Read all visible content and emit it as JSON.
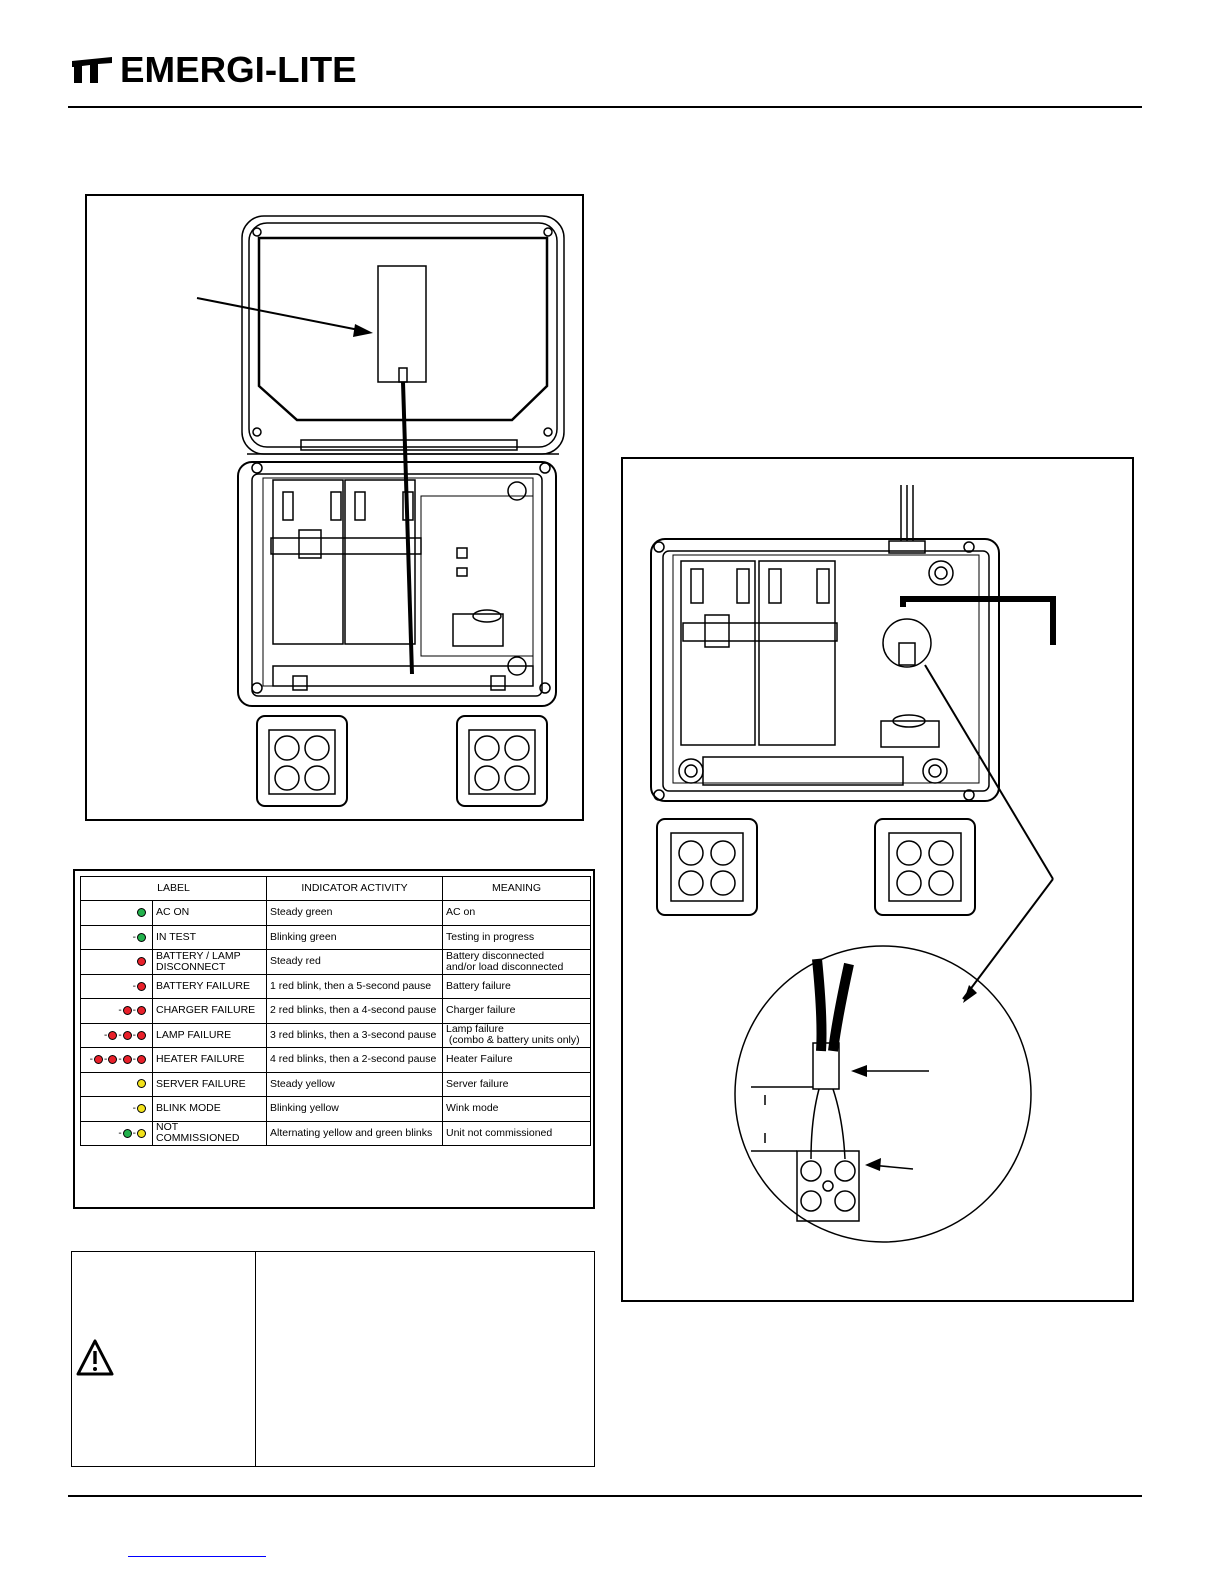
{
  "brand": {
    "name": "EMERGI-LITE"
  },
  "indicator_table": {
    "headers": [
      "LABEL",
      "INDICATOR ACTIVITY",
      "MEANING"
    ],
    "rows": [
      {
        "leds": [
          "green"
        ],
        "blink": false,
        "label": "AC ON",
        "label2": "",
        "activity": "Steady green",
        "meaning": "AC on",
        "meaning2": ""
      },
      {
        "leds": [
          "green"
        ],
        "blink": true,
        "label": "IN TEST",
        "label2": "",
        "activity": "Blinking green",
        "meaning": "Testing in progress",
        "meaning2": ""
      },
      {
        "leds": [
          "red"
        ],
        "blink": false,
        "label": "BATTERY / LAMP",
        "label2": "DISCONNECT",
        "activity": "Steady red",
        "meaning": "Battery disconnected",
        "meaning2": "and/or load disconnected"
      },
      {
        "leds": [
          "red"
        ],
        "blink": true,
        "label": "BATTERY FAILURE",
        "label2": "",
        "activity": "1 red blink, then a 5-second pause",
        "meaning": "Battery failure",
        "meaning2": ""
      },
      {
        "leds": [
          "red",
          "red"
        ],
        "blink": true,
        "label": "CHARGER FAILURE",
        "label2": "",
        "activity": "2 red blinks, then a 4-second pause",
        "meaning": "Charger failure",
        "meaning2": ""
      },
      {
        "leds": [
          "red",
          "red",
          "red"
        ],
        "blink": true,
        "label": "LAMP FAILURE",
        "label2": "",
        "activity": "3 red blinks, then a 3-second pause",
        "meaning": "Lamp failure",
        "meaning2": " (combo & battery units only)"
      },
      {
        "leds": [
          "red",
          "red",
          "red",
          "red"
        ],
        "blink": true,
        "label": "HEATER FAILURE",
        "label2": "",
        "activity": "4 red blinks, then a 2-second pause",
        "meaning": "Heater Failure",
        "meaning2": ""
      },
      {
        "leds": [
          "yellow"
        ],
        "blink": false,
        "label": "SERVER FAILURE",
        "label2": "",
        "activity": "Steady yellow",
        "meaning": "Server failure",
        "meaning2": ""
      },
      {
        "leds": [
          "yellow"
        ],
        "blink": true,
        "label": "BLINK MODE",
        "label2": "",
        "activity": "Blinking yellow",
        "meaning": "Wink mode",
        "meaning2": ""
      },
      {
        "leds": [
          "green",
          "yellow"
        ],
        "blink": true,
        "label": "NOT COMMISSIONED",
        "label2": "",
        "activity": "Alternating yellow and green blinks",
        "meaning": "Unit not commissioned",
        "meaning2": ""
      }
    ]
  },
  "colors": {
    "green": "#22b14c",
    "red": "#e8202a",
    "yellow": "#f2e21a",
    "link": "#0000ff"
  },
  "icons": {
    "logo": "emergi-lite-logo",
    "warning": "warning-triangle-icon"
  }
}
